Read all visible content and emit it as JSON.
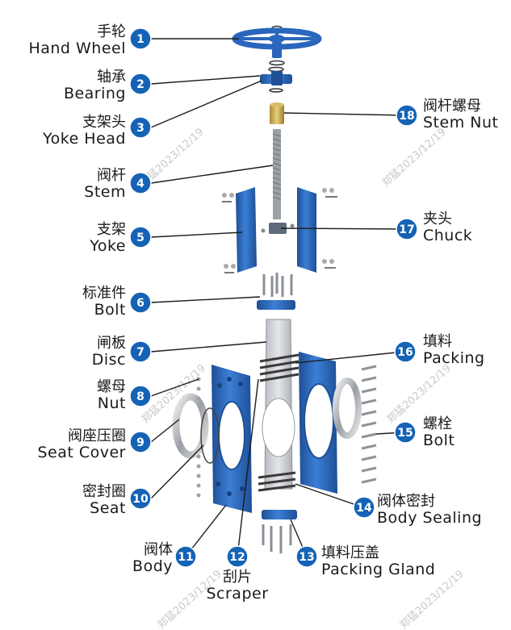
{
  "parts": [
    {
      "num": "1",
      "cn": "手轮",
      "en": "Hand Wheel"
    },
    {
      "num": "2",
      "cn": "轴承",
      "en": "Bearing"
    },
    {
      "num": "3",
      "cn": "支架头",
      "en": "Yoke Head"
    },
    {
      "num": "4",
      "cn": "阀杆",
      "en": "Stem"
    },
    {
      "num": "5",
      "cn": "支架",
      "en": "Yoke"
    },
    {
      "num": "6",
      "cn": "标准件",
      "en": "Bolt"
    },
    {
      "num": "7",
      "cn": "闸板",
      "en": "Disc"
    },
    {
      "num": "8",
      "cn": "螺母",
      "en": "Nut"
    },
    {
      "num": "9",
      "cn": "阀座压圈",
      "en": "Seat Cover"
    },
    {
      "num": "10",
      "cn": "密封圈",
      "en": "Seat"
    },
    {
      "num": "11",
      "cn": "阀体",
      "en": "Body"
    },
    {
      "num": "12",
      "cn": "刮片",
      "en": "Scraper"
    },
    {
      "num": "13",
      "cn": "填料压盖",
      "en": "Packing Gland"
    },
    {
      "num": "14",
      "cn": "阀体密封",
      "en": "Body Sealing"
    },
    {
      "num": "15",
      "cn": "螺栓",
      "en": "Bolt"
    },
    {
      "num": "16",
      "cn": "填料",
      "en": "Packing"
    },
    {
      "num": "17",
      "cn": "夹头",
      "en": "Chuck"
    },
    {
      "num": "18",
      "cn": "阀杆螺母",
      "en": "Stem Nut"
    }
  ],
  "watermark": "郑猛2023/12/19",
  "colors": {
    "badge": "#1463b6",
    "body_blue": "#2f6fc4",
    "dark_blue": "#1e4f96",
    "leader": "#1c1c1c",
    "disc": "#c9ccd1"
  }
}
